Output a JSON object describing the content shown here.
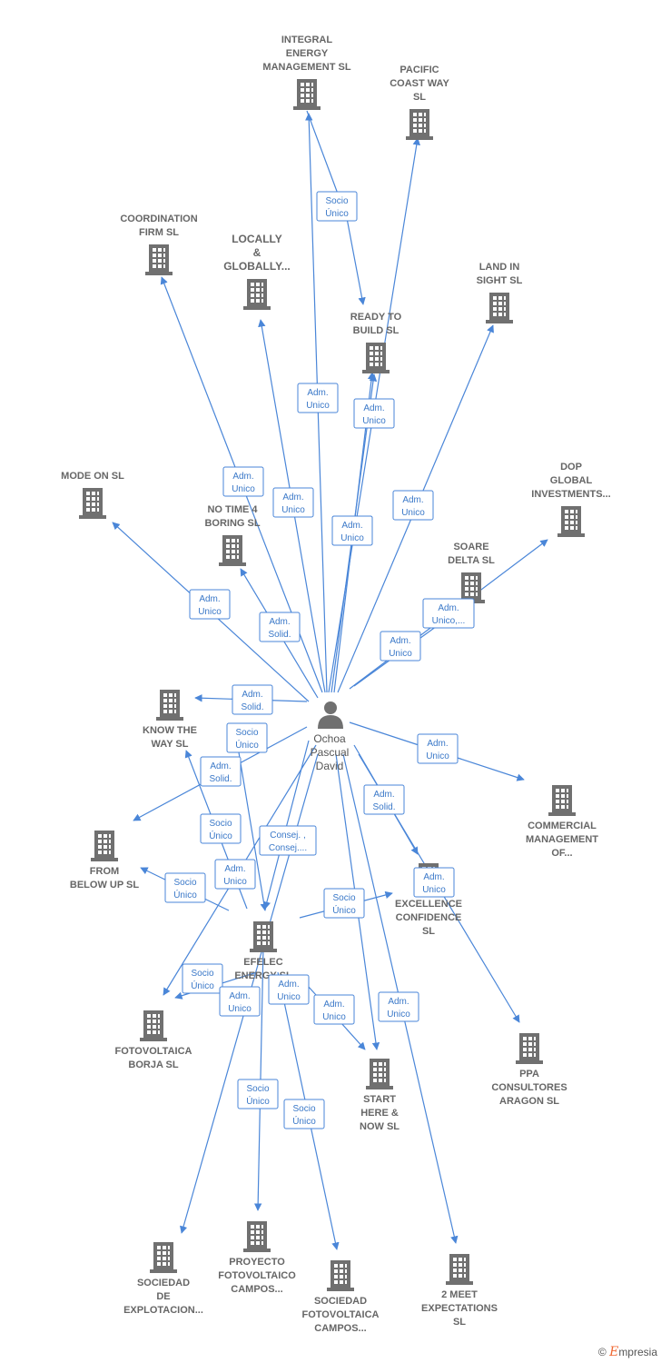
{
  "person": {
    "lines": [
      "Ochoa",
      "Pascual",
      "David"
    ]
  },
  "companies": [
    {
      "id": "integral",
      "lines": [
        "INTEGRAL",
        "ENERGY",
        "MANAGEMENT SL"
      ]
    },
    {
      "id": "pacific",
      "lines": [
        "PACIFIC",
        "COAST WAY",
        "SL"
      ]
    },
    {
      "id": "coordination",
      "lines": [
        "COORDINATION",
        "FIRM  SL"
      ]
    },
    {
      "id": "locally",
      "lines": [
        "LOCALLY",
        "&",
        "GLOBALLY..."
      ],
      "highlight": true
    },
    {
      "id": "landinsight",
      "lines": [
        "LAND IN",
        "SIGHT  SL"
      ]
    },
    {
      "id": "readytobuild",
      "lines": [
        "READY TO",
        "BUILD  SL"
      ]
    },
    {
      "id": "modeon",
      "lines": [
        "MODE ON  SL"
      ]
    },
    {
      "id": "dop",
      "lines": [
        "DOP",
        "GLOBAL",
        "INVESTMENTS..."
      ]
    },
    {
      "id": "notime",
      "lines": [
        "NO TIME 4",
        "BORING  SL"
      ]
    },
    {
      "id": "soare",
      "lines": [
        "SOARE",
        "DELTA SL"
      ]
    },
    {
      "id": "knowtheway",
      "lines": [
        "KNOW THE",
        "WAY  SL"
      ]
    },
    {
      "id": "commercial",
      "lines": [
        "COMMERCIAL",
        "MANAGEMENT",
        "OF..."
      ]
    },
    {
      "id": "frombelow",
      "lines": [
        "FROM",
        "BELOW UP  SL"
      ]
    },
    {
      "id": "excellence",
      "lines": [
        "EXCELLENCE",
        "CONFIDENCE",
        "SL"
      ]
    },
    {
      "id": "efelec",
      "lines": [
        "EFELEC",
        "ENERGY  SL"
      ]
    },
    {
      "id": "fotoborja",
      "lines": [
        "FOTOVOLTAICA",
        "BORJA  SL"
      ]
    },
    {
      "id": "ppa",
      "lines": [
        "PPA",
        "CONSULTORES",
        "ARAGON  SL"
      ]
    },
    {
      "id": "starthere",
      "lines": [
        "START",
        "HERE &",
        "NOW  SL"
      ]
    },
    {
      "id": "sociedadexp",
      "lines": [
        "SOCIEDAD",
        "DE",
        "EXPLOTACION..."
      ]
    },
    {
      "id": "proyecto",
      "lines": [
        "PROYECTO",
        "FOTOVOLTAICO",
        "CAMPOS..."
      ]
    },
    {
      "id": "sociedadfoto",
      "lines": [
        "SOCIEDAD",
        "FOTOVOLTAICA",
        "CAMPOS..."
      ]
    },
    {
      "id": "twomeet",
      "lines": [
        "2 MEET",
        "EXPECTATIONS",
        "SL"
      ]
    }
  ],
  "edge_labels": [
    {
      "id": "e1",
      "lines": [
        "Socio",
        "Único"
      ]
    },
    {
      "id": "e2",
      "lines": [
        "Adm.",
        "Unico"
      ]
    },
    {
      "id": "e3",
      "lines": [
        "Adm.",
        "Unico"
      ]
    },
    {
      "id": "e4",
      "lines": [
        "Adm.",
        "Unico"
      ]
    },
    {
      "id": "e5",
      "lines": [
        "Adm.",
        "Unico"
      ]
    },
    {
      "id": "e6",
      "lines": [
        "Adm.",
        "Unico"
      ]
    },
    {
      "id": "e7",
      "lines": [
        "Adm.",
        "Unico"
      ]
    },
    {
      "id": "e8",
      "lines": [
        "Adm.",
        "Unico"
      ]
    },
    {
      "id": "e9",
      "lines": [
        "Adm.",
        "Unico,..."
      ]
    },
    {
      "id": "e10",
      "lines": [
        "Adm.",
        "Unico"
      ]
    },
    {
      "id": "e11",
      "lines": [
        "Adm.",
        "Solid."
      ]
    },
    {
      "id": "e12",
      "lines": [
        "Adm.",
        "Unico"
      ]
    },
    {
      "id": "e13",
      "lines": [
        "Adm.",
        "Solid."
      ]
    },
    {
      "id": "e14",
      "lines": [
        "Socio",
        "Único"
      ]
    },
    {
      "id": "e15",
      "lines": [
        "Adm.",
        "Solid."
      ]
    },
    {
      "id": "e16",
      "lines": [
        "Adm.",
        "Unico"
      ]
    },
    {
      "id": "e17",
      "lines": [
        "Adm.",
        "Solid."
      ]
    },
    {
      "id": "e18",
      "lines": [
        "Socio",
        "Único"
      ]
    },
    {
      "id": "e19",
      "lines": [
        "Consej. ,",
        "Consej...."
      ]
    },
    {
      "id": "e20",
      "lines": [
        "Adm.",
        "Unico"
      ]
    },
    {
      "id": "e21",
      "lines": [
        "Socio",
        "Único"
      ]
    },
    {
      "id": "e22",
      "lines": [
        "Adm.",
        "Unico"
      ]
    },
    {
      "id": "e23",
      "lines": [
        "Socio",
        "Único"
      ]
    },
    {
      "id": "e24",
      "lines": [
        "Socio",
        "Único"
      ]
    },
    {
      "id": "e25",
      "lines": [
        "Adm.",
        "Unico"
      ]
    },
    {
      "id": "e26",
      "lines": [
        "Adm.",
        "Unico"
      ]
    },
    {
      "id": "e27",
      "lines": [
        "Adm.",
        "Unico"
      ]
    },
    {
      "id": "e28",
      "lines": [
        "Adm.",
        "Unico"
      ]
    },
    {
      "id": "e29",
      "lines": [
        "Socio",
        "Único"
      ]
    },
    {
      "id": "e30",
      "lines": [
        "Socio",
        "Único"
      ]
    }
  ],
  "colors": {
    "edge": "#4a86d8",
    "building": "#707070",
    "highlight": "#f06a35"
  },
  "brand": {
    "symbol": "©",
    "initial": "E",
    "rest": "mpresia"
  }
}
